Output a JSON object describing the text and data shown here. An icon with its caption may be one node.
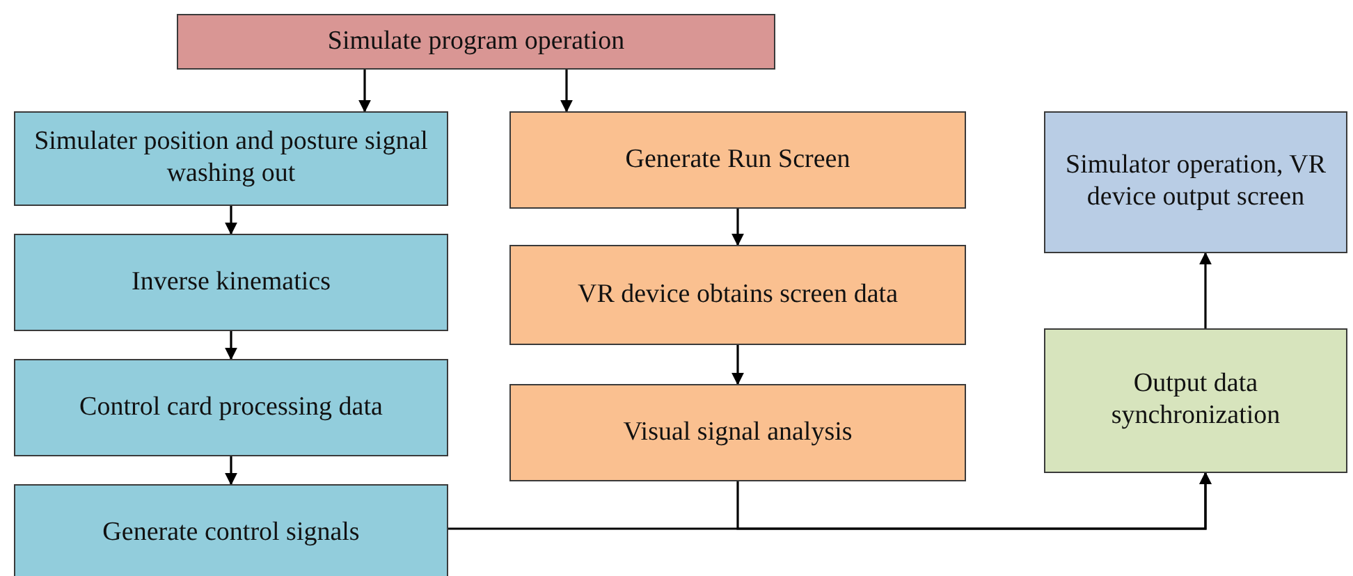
{
  "diagram": {
    "nodes": [
      {
        "text": [
          "Simulate program operation"
        ]
      },
      {
        "text": [
          "Simulater position and posture signal washing out"
        ]
      },
      {
        "text": [
          "Inverse kinematics"
        ]
      },
      {
        "text": [
          "Control card processing data"
        ]
      },
      {
        "text": [
          "Generate control signals"
        ]
      },
      {
        "text": [
          "Generate Run Screen"
        ]
      },
      {
        "text": [
          "VR device obtains screen data"
        ]
      },
      {
        "text": [
          "Visual signal analysis"
        ]
      },
      {
        "text": [
          "Simulator operation, VR device output screen"
        ]
      },
      {
        "text": [
          "Output data synchronization"
        ]
      }
    ],
    "edges": [
      {
        "from": 0,
        "to": 1,
        "arrow": "to"
      },
      {
        "from": 0,
        "to": 5,
        "arrow": "to"
      },
      {
        "from": 1,
        "to": 2,
        "arrow": "to"
      },
      {
        "from": 2,
        "to": 3,
        "arrow": "to"
      },
      {
        "from": 3,
        "to": 4,
        "arrow": "to"
      },
      {
        "from": 5,
        "to": 6,
        "arrow": "to"
      },
      {
        "from": 6,
        "to": 7,
        "arrow": "to"
      },
      {
        "from": 4,
        "to": 9,
        "arrow": "to"
      },
      {
        "from": 7,
        "to": 9,
        "arrow": "to"
      },
      {
        "from": 9,
        "to": 8,
        "arrow": "to"
      }
    ]
  }
}
